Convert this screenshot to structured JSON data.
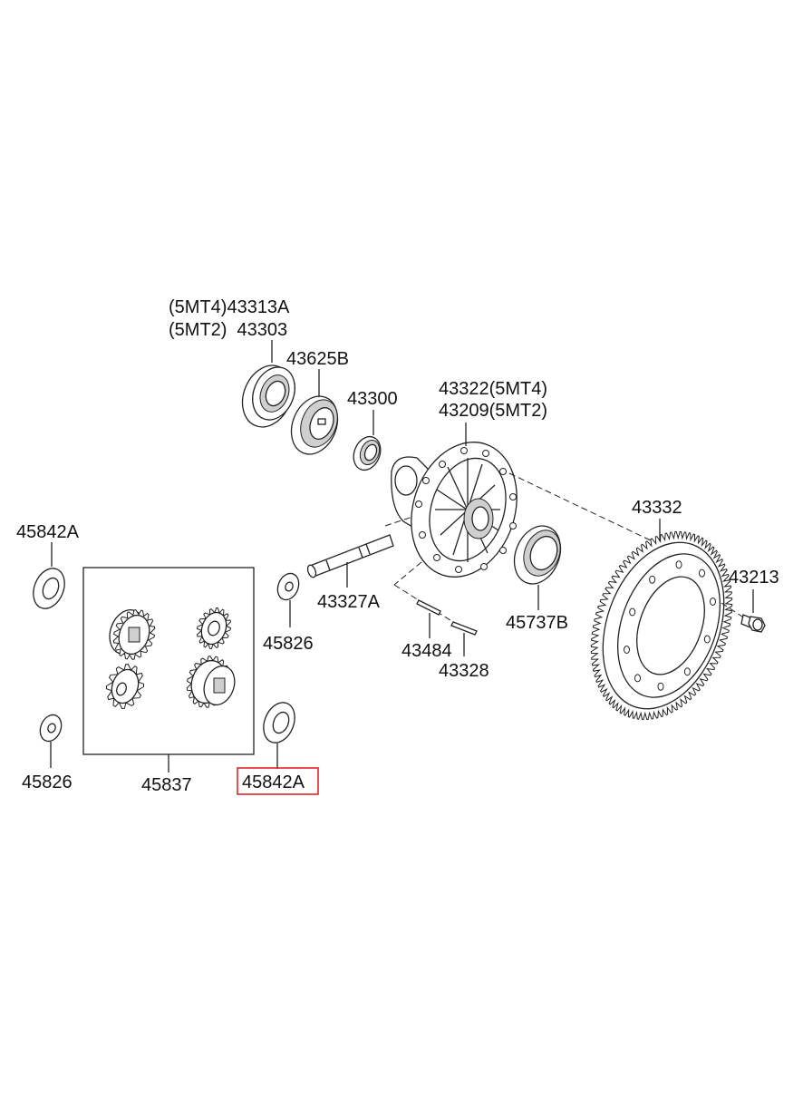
{
  "labels": {
    "bearing_a": "(5MT4)43313A",
    "bearing_b": "(5MT2)  43303",
    "gear_43625b": "43625B",
    "seal_43300": "43300",
    "case_a": "43322(5MT4)",
    "case_b": "43209(5MT2)",
    "washer_left_top": "45842A",
    "washer_mid_right": "45826",
    "shaft": "43327A",
    "ring_gear": "43332",
    "bolt": "43213",
    "pin_43484": "43484",
    "pin_43328": "43328",
    "seal_45737b": "45737B",
    "washer_left_bottom": "45826",
    "gear_kit": "45837",
    "washer_highlight": "45842A"
  },
  "colors": {
    "line": "#222222",
    "highlight_border": "#e0262b",
    "background": "#ffffff"
  }
}
